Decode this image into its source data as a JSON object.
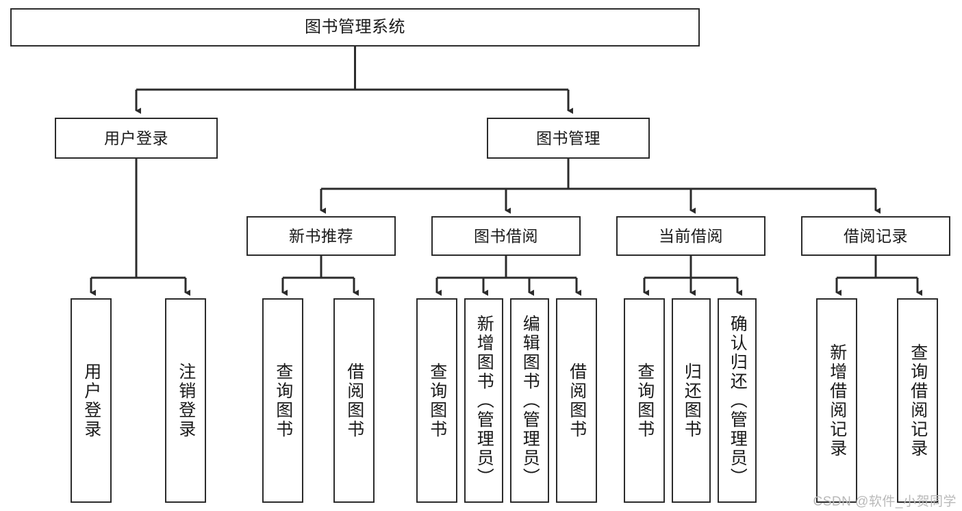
{
  "diagram": {
    "title": "图书管理系统",
    "colors": {
      "border": "#2b2b2b",
      "background": "#ffffff",
      "text": "#1a1a1a",
      "connector": "#2b2b2b",
      "watermark": "#b9b9b9"
    },
    "levels": {
      "root": {
        "label": "图书管理系统"
      },
      "level2": [
        {
          "label": "用户登录"
        },
        {
          "label": "图书管理"
        }
      ],
      "level3": [
        {
          "label": "新书推荐"
        },
        {
          "label": "图书借阅"
        },
        {
          "label": "当前借阅"
        },
        {
          "label": "借阅记录"
        }
      ],
      "leaves": {
        "user_login": [
          {
            "label": "用户登录"
          },
          {
            "label": "注销登录"
          }
        ],
        "new_book_recommend": [
          {
            "label": "查询图书"
          },
          {
            "label": "借阅图书"
          }
        ],
        "book_borrow": [
          {
            "label": "查询图书"
          },
          {
            "label": "新增图书（管理员）"
          },
          {
            "label": "编辑图书（管理员）"
          },
          {
            "label": "借阅图书"
          }
        ],
        "current_borrow": [
          {
            "label": "查询图书"
          },
          {
            "label": "归还图书"
          },
          {
            "label": "确认归还（管理员）"
          }
        ],
        "borrow_record": [
          {
            "label": "新增借阅记录"
          },
          {
            "label": "查询借阅记录"
          }
        ]
      }
    }
  },
  "watermark": {
    "text": "CSDN @软件_小贺同学"
  }
}
